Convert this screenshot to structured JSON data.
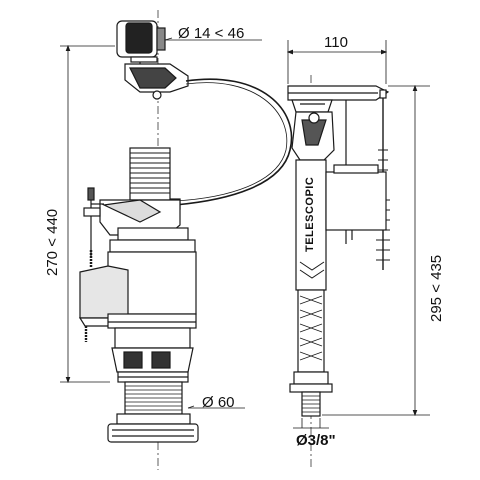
{
  "dimensions": {
    "button_diameter": "Ø 14 < 46",
    "width_fill_valve": "110",
    "height_flush_valve": "270 < 440",
    "height_fill_valve": "295 < 435",
    "base_diameter": "Ø 60",
    "thread_diameter": "Ø3/8\""
  },
  "brand_text": "TELESCOPIC",
  "colors": {
    "line": "#1a1a1a",
    "shade": "#7a7a7a",
    "light": "#c8c8c8"
  }
}
